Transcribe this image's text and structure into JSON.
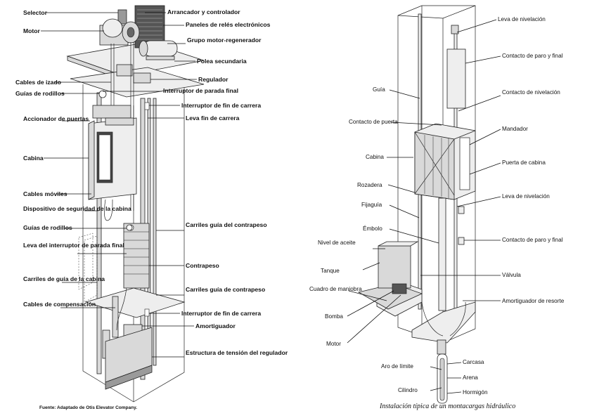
{
  "left_diagram": {
    "labels_left": [
      "Selector",
      "Motor",
      "Cables de izado",
      "Guías de rodillos",
      "Accionador de puertas",
      "Cabina",
      "Cables móviles",
      "Dispositivo de seguridad de la cabina",
      "Guías de rodillos",
      "Leva del interruptor de parada final",
      "Carriles de guía de la cabina",
      "Cables de compensación"
    ],
    "labels_right": [
      "Arrancador y controlador",
      "Paneles de relés electrónicos",
      "Grupo motor-regenerador",
      "Polea secundaria",
      "Regulador",
      "Interruptor de parada final",
      "Interruptor de fin de carrera",
      "Leva fin de carrera",
      "Carriles guía del contrapeso",
      "Contrapeso",
      "Carriles guía de contrapeso",
      "Interruptor de fin de carrera",
      "Amortiguador",
      "Estructura de tensión del regulador"
    ],
    "source": "Fuente: Adaptado de Otis Elevator Company."
  },
  "right_diagram": {
    "labels_left": [
      "Guía",
      "Contacto de puerta",
      "Cabina",
      "Rozadera",
      "Fijaguía",
      "Émbolo",
      "Nivel de aceite",
      "Tanque",
      "Cuadro de maniobra",
      "Bomba",
      "Motor",
      "Aro de límite",
      "Cilindro"
    ],
    "labels_right": [
      "Leva de nivelación",
      "Contacto de paro y final",
      "Contacto de nivelación",
      "Mandador",
      "Puerta de cabina",
      "Leva de nivelación",
      "Contacto de paro y final",
      "Válvula",
      "Amortiguador de resorte",
      "Carcasa",
      "Arena",
      "Hormigón"
    ],
    "caption": "Instalación típica de un montacargas hidráulico"
  }
}
